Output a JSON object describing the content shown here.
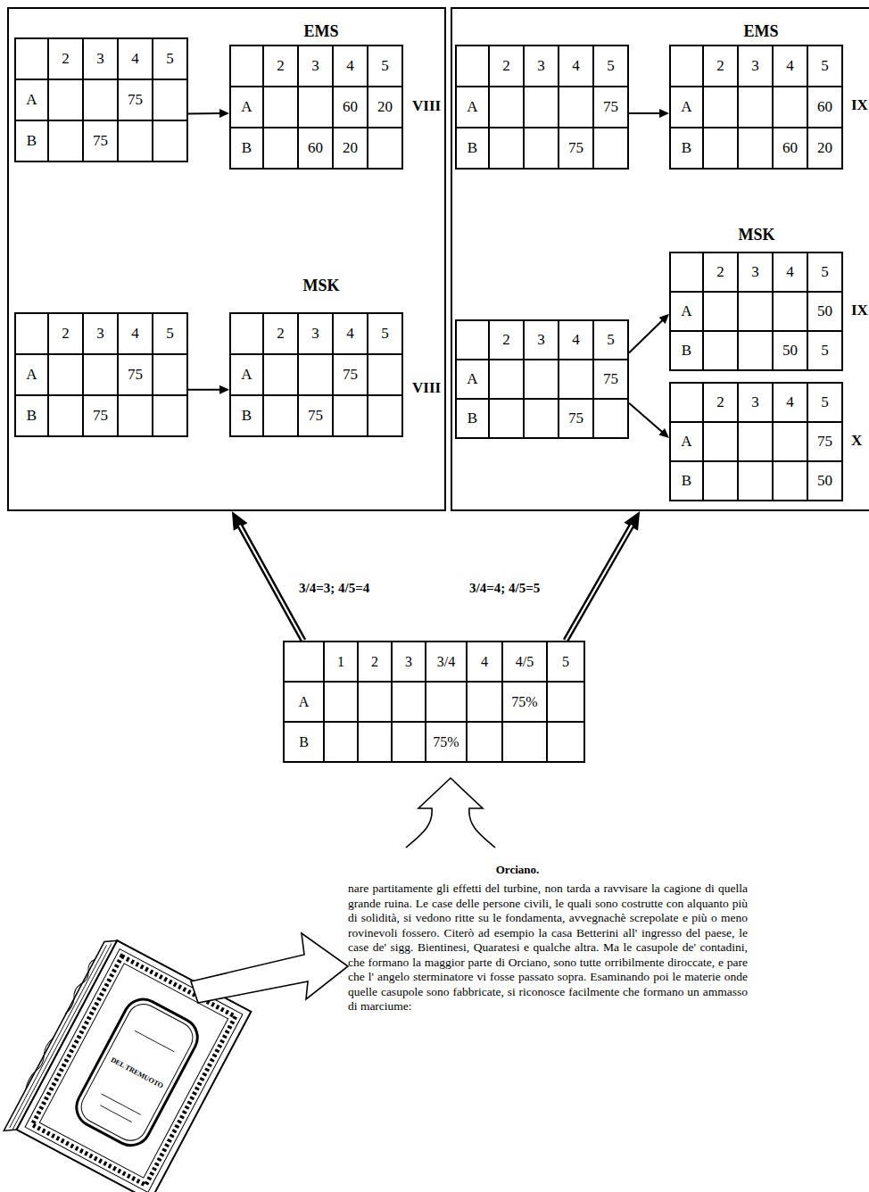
{
  "diagram": {
    "nodes": [
      {
        "text": [
          "EMS",
          "MSK"
        ]
      },
      {
        "text": [
          "2",
          "3",
          "4",
          "5",
          "A",
          "75",
          "B",
          "75"
        ],
        "in": 0
      },
      {
        "text": [
          "2",
          "3",
          "4",
          "5",
          "A",
          "60",
          "20",
          "B",
          "60",
          "20",
          "VIII"
        ],
        "in": 0
      },
      {
        "text": [
          "2",
          "3",
          "4",
          "5",
          "A",
          "75",
          "B",
          "75"
        ],
        "in": 0
      },
      {
        "text": [
          "2",
          "3",
          "4",
          "5",
          "A",
          "75",
          "B",
          "75",
          "VIII"
        ],
        "in": 0
      },
      {
        "text": [
          "EMS",
          "MSK"
        ]
      },
      {
        "text": [
          "2",
          "3",
          "4",
          "5",
          "A",
          "75",
          "B",
          "75"
        ],
        "in": 5
      },
      {
        "text": [
          "2",
          "3",
          "4",
          "5",
          "A",
          "60",
          "B",
          "60",
          "20",
          "IX"
        ],
        "in": 5
      },
      {
        "text": [
          "2",
          "3",
          "4",
          "5",
          "A",
          "75",
          "B",
          "75"
        ],
        "in": 5
      },
      {
        "text": [
          "2",
          "3",
          "4",
          "5",
          "A",
          "50",
          "B",
          "50",
          "5",
          "IX"
        ],
        "in": 5
      },
      {
        "text": [
          "2",
          "3",
          "4",
          "5",
          "A",
          "75",
          "B",
          "50",
          "X"
        ],
        "in": 5
      },
      {
        "text": [
          "1",
          "2",
          "3",
          "3/4",
          "4",
          "4/5",
          "5",
          "A",
          "75%",
          "B",
          "75%"
        ]
      }
    ],
    "edges": [
      {
        "from": 1,
        "to": 2,
        "arrow": "to"
      },
      {
        "from": 3,
        "to": 4,
        "arrow": "to"
      },
      {
        "from": 6,
        "to": 7,
        "arrow": "to"
      },
      {
        "from": 8,
        "to": 9,
        "arrow": "to"
      },
      {
        "from": 8,
        "to": 10,
        "arrow": "to"
      },
      {
        "from": 11,
        "to": 0,
        "label": "3/4=3; 4/5=4",
        "arrow": "to"
      },
      {
        "from": 11,
        "to": 5,
        "label": "3/4=4; 4/5=5",
        "arrow": "to"
      }
    ],
    "labels": [
      "Orciano.",
      "nare partitamente gli effetti del turbine, non tarda a ravvisare la cagione di quella grande ruina. Le case delle persone civili, le quali sono costrutte con alquanto più di solidità, si vedono ritte su le fondamenta, avvegnachè screpolate e più o meno rovinevoli fossero. Citerò ad esempio la casa Betterini all' ingresso del paese, le case de' sigg. Bientinesi, Quaratesi e qualche altra. Ma le casupole de' contadini, che formano la maggior parte di Orciano, sono tutte orribilmente diroccate, e pare che l' angelo sterminatore vi fosse passato sopra. Esaminando poi le materie onde quelle casupole sono fabbricate, si riconosce facilmente che formano un ammasso di marciume:",
      "DEL TREMUOTO"
    ]
  }
}
